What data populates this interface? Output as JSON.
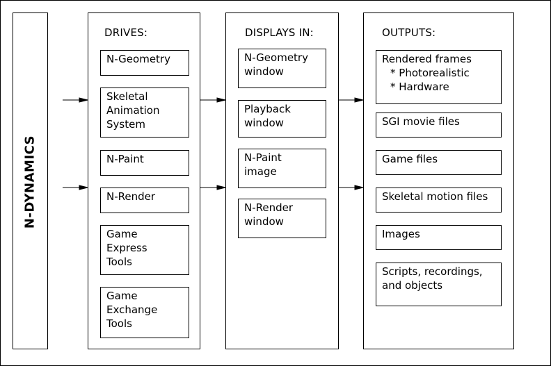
{
  "source": {
    "label": "N-DYNAMICS"
  },
  "drives": {
    "title": "DRIVES:",
    "items": [
      "N-Geometry",
      "Skeletal\nAnimation\nSystem",
      "N-Paint",
      "N-Render",
      "Game\nExpress\nTools",
      "Game\nExchange\nTools"
    ]
  },
  "displays": {
    "title": "DISPLAYS IN:",
    "items": [
      "N-Geometry\nwindow",
      "Playback\nwindow",
      "N-Paint\nimage",
      "N-Render\nwindow"
    ]
  },
  "outputs": {
    "title": "OUTPUTS:",
    "rendered": {
      "label": "Rendered frames",
      "sub1": "* Photorealistic",
      "sub2": "* Hardware"
    },
    "items": [
      "SGI movie files",
      "Game files",
      "Skeletal motion files",
      "Images",
      "Scripts, recordings,\nand objects"
    ]
  }
}
